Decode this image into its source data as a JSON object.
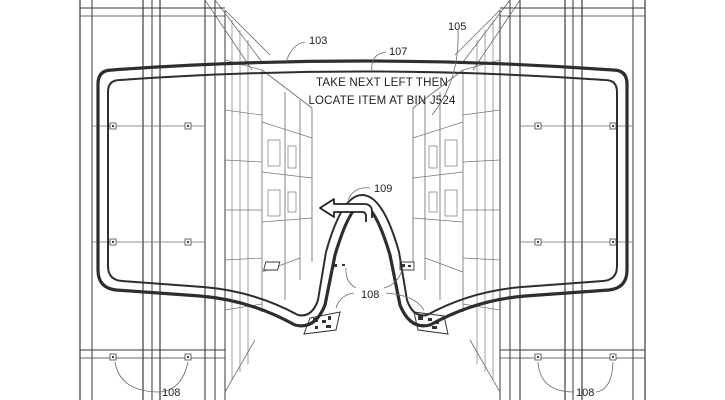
{
  "figure": {
    "display_text": [
      "TAKE NEXT LEFT THEN",
      "LOCATE ITEM AT BIN J524"
    ],
    "reference_numerals": {
      "frame": "103",
      "lens": "105",
      "text_callout": "107",
      "arrow_callout": "109",
      "markers_center": "108",
      "markers_bottom_left": "108",
      "markers_bottom_right": "108"
    },
    "colors": {
      "ink": "#3a3a3a",
      "background": "#ffffff"
    }
  }
}
